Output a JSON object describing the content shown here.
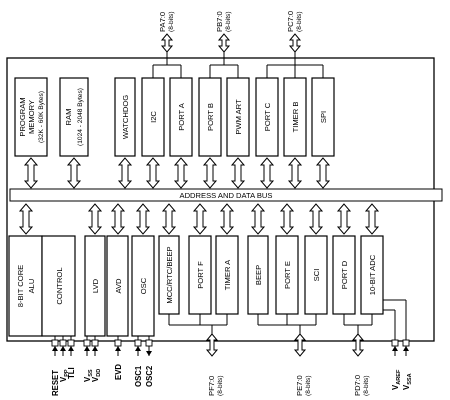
{
  "bus": {
    "label": "ADDRESS AND DATA BUS"
  },
  "top_blocks": {
    "program_memory": {
      "line1": "PROGRAM",
      "line2": "MEMORY",
      "line3": "(32K - 60K Bytes)"
    },
    "ram": {
      "line1": "RAM",
      "line2": "(1024 - 2048 Bytes)"
    },
    "watchdog": "WATCHDOG",
    "i2c": "I2C",
    "port_a": "PORT A",
    "port_b": "PORT B",
    "pwm_art": "PWM ART",
    "port_c": "PORT C",
    "timer_b": "TIMER B",
    "spi": "SPI"
  },
  "bottom_blocks": {
    "core": {
      "line1": "8-BIT CORE",
      "line2": "ALU"
    },
    "control": "CONTROL",
    "lvd": "LVD",
    "avd": "AVD",
    "osc": "OSC",
    "mcc": "MCC/RTC/BEEP",
    "port_f": "PORT F",
    "timer_a": "TIMER A",
    "beep": "BEEP",
    "port_e": "PORT E",
    "sci": "SCI",
    "port_d": "PORT D",
    "adc": "10-BIT ADC"
  },
  "top_ports": {
    "pa": {
      "name": "PA7:0",
      "width": "(8-bits)"
    },
    "pb": {
      "name": "PB7:0",
      "width": "(8-bits)"
    },
    "pc": {
      "name": "PC7:0",
      "width": "(8-bits)"
    }
  },
  "bottom_ports": {
    "pf": {
      "name": "PF7:0",
      "width": "(8-bits)"
    },
    "pe": {
      "name": "PE7:0",
      "width": "(8-bits)"
    },
    "pd": {
      "name": "PD7:0",
      "width": "(8-bits)"
    }
  },
  "pins": {
    "reset": "RESET",
    "vpp": "V",
    "vpp_sub": "PP",
    "tli": "TLI",
    "vss": "V",
    "vss_sub": "SS",
    "vdd": "V",
    "vdd_sub": "DD",
    "evd": "EVD",
    "osc1": "OSC1",
    "osc2": "OSC2",
    "varef": "V",
    "varef_sub": "AREF",
    "vssa": "V",
    "vssa_sub": "SSA"
  }
}
